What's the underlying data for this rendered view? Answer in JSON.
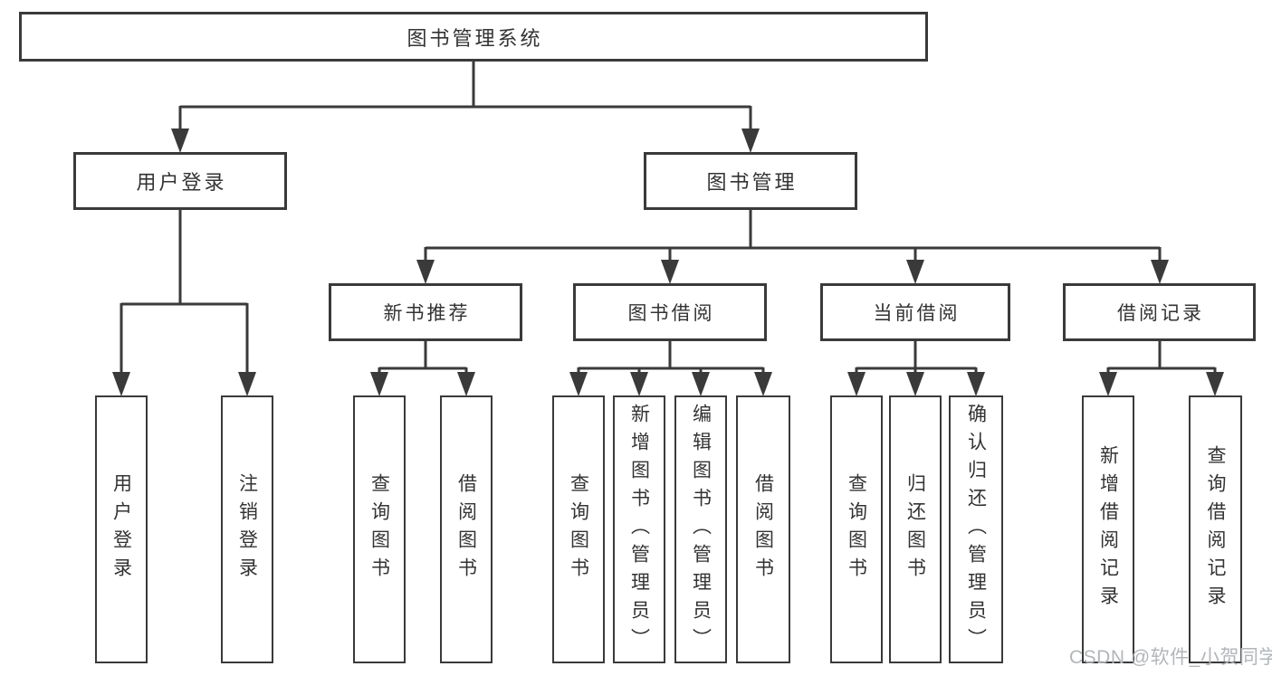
{
  "diagram": {
    "type": "hierarchy",
    "tree": {
      "label": "图书管理系统",
      "children": [
        {
          "label": "用户登录",
          "children": [
            {
              "label": "用户登录"
            },
            {
              "label": "注销登录"
            }
          ]
        },
        {
          "label": "图书管理",
          "children": [
            {
              "label": "新书推荐",
              "children": [
                {
                  "label": "查询图书"
                },
                {
                  "label": "借阅图书"
                }
              ]
            },
            {
              "label": "图书借阅",
              "children": [
                {
                  "label": "查询图书"
                },
                {
                  "label": "新增图书（管理员）"
                },
                {
                  "label": "编辑图书（管理员）"
                },
                {
                  "label": "借阅图书"
                }
              ]
            },
            {
              "label": "当前借阅",
              "children": [
                {
                  "label": "查询图书"
                },
                {
                  "label": "归还图书"
                },
                {
                  "label": "确认归还（管理员）"
                }
              ]
            },
            {
              "label": "借阅记录",
              "children": [
                {
                  "label": "新增借阅记录"
                },
                {
                  "label": "查询借阅记录"
                }
              ]
            }
          ]
        }
      ]
    },
    "watermark": {
      "text": "CSDN @软件_小贺同学"
    },
    "colors": {
      "background": "#ffffff",
      "line": "#3a3a3a",
      "box_border": "#3a3a3a",
      "box_fill": "#ffffff",
      "text": "#333333",
      "watermark": "#b2b6b9"
    }
  }
}
